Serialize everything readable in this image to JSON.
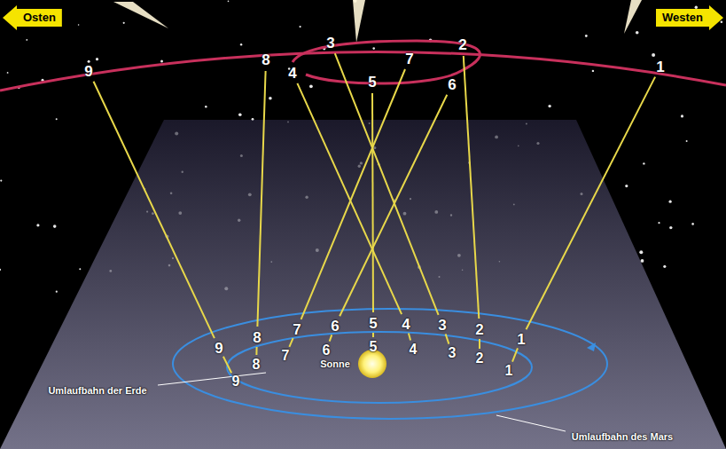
{
  "diagram": {
    "nodes": [
      {
        "text": [
          "Osten"
        ]
      },
      {
        "text": [
          "Westen"
        ]
      }
    ],
    "labels": [
      "1",
      "2",
      "3",
      "4",
      "5",
      "6",
      "7",
      "8",
      "9",
      "1",
      "2",
      "3",
      "4",
      "5",
      "6",
      "7",
      "8",
      "9",
      "1",
      "2",
      "3",
      "4",
      "5",
      "6",
      "7",
      "8",
      "9",
      "Sonne",
      "Umlaufbahn der Erde",
      "Umlaufbahn des Mars"
    ]
  }
}
